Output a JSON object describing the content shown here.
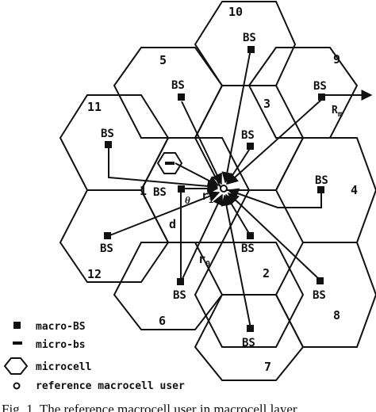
{
  "cells": [
    {
      "number": "1",
      "bs_label": "BS"
    },
    {
      "number": "2",
      "bs_label": "BS"
    },
    {
      "number": "3",
      "bs_label": "BS"
    },
    {
      "number": "4",
      "bs_label": "BS"
    },
    {
      "number": "5",
      "bs_label": "BS"
    },
    {
      "number": "6",
      "bs_label": "BS"
    },
    {
      "number": "7",
      "bs_label": "BS"
    },
    {
      "number": "8",
      "bs_label": "BS"
    },
    {
      "number": "9",
      "bs_label": "BS"
    },
    {
      "number": "10",
      "bs_label": "BS"
    },
    {
      "number": "11",
      "bs_label": "BS"
    },
    {
      "number": "12",
      "bs_label": "BS"
    }
  ],
  "annotations": {
    "theta": "θ",
    "d": "d",
    "r_i": "r",
    "r_i_sub": "i",
    "r_0": "r",
    "r_0_sub": "0",
    "R_m": "R",
    "R_m_sub": "m"
  },
  "legend": [
    {
      "icon": "macro-bs-square-icon",
      "label": "macro-BS"
    },
    {
      "icon": "micro-bs-dash-icon",
      "label": "micro-bs"
    },
    {
      "icon": "microcell-hexagon-icon",
      "label": "microcell"
    },
    {
      "icon": "reference-user-circle-icon",
      "label": "reference macrocell user"
    }
  ],
  "caption": "Fig. 1.   The reference macrocell user in macrocell layer"
}
